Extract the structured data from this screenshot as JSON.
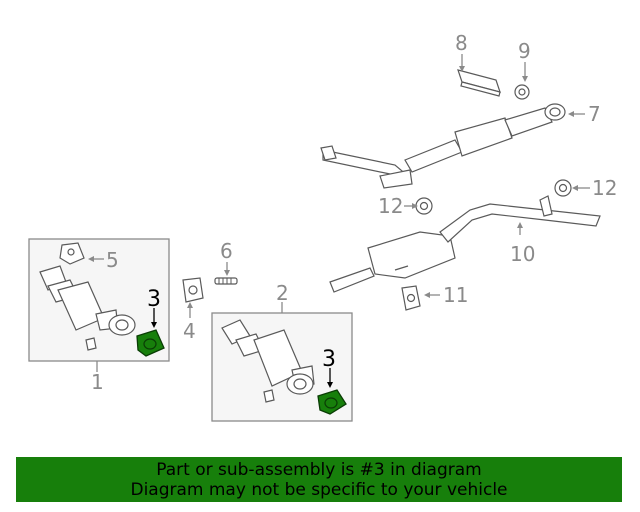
{
  "diagram": {
    "callouts": {
      "c1": "1",
      "c2": "2",
      "c3a": "3",
      "c3b": "3",
      "c4": "4",
      "c5": "5",
      "c6": "6",
      "c7": "7",
      "c8": "8",
      "c9": "9",
      "c10": "10",
      "c11": "11",
      "c12a": "12",
      "c12b": "12"
    },
    "highlight_color": "#177f0b"
  },
  "banner": {
    "line1": "Part or sub-assembly is #3 in diagram",
    "line2": "Diagram may not be specific to your vehicle",
    "background": "#177f0b"
  }
}
